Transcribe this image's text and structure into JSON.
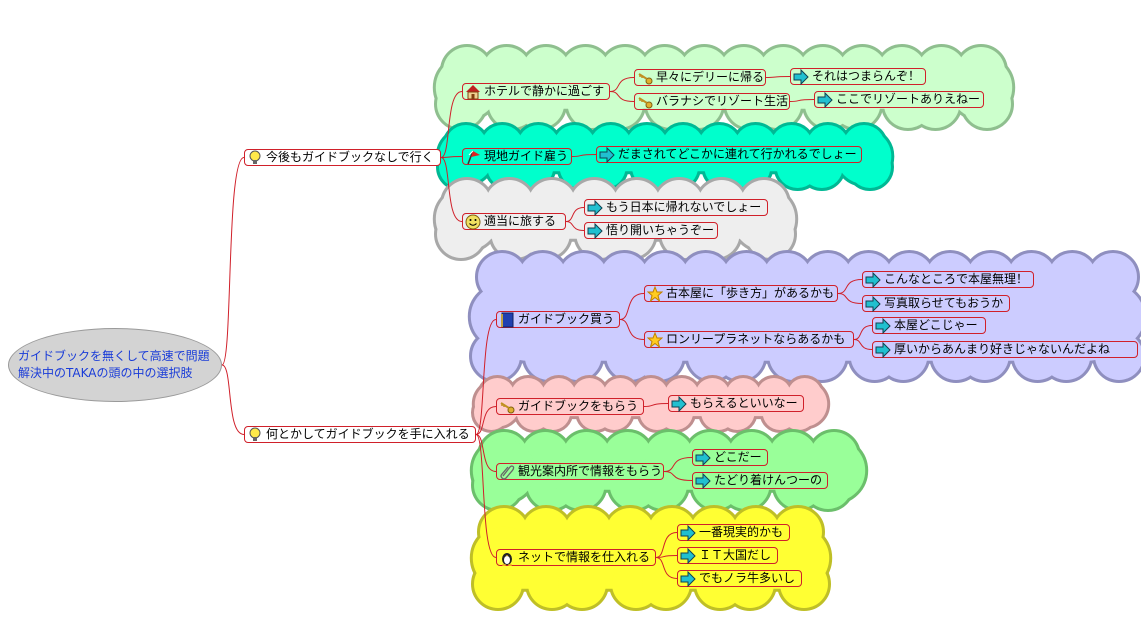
{
  "root": {
    "line1": "ガイドブックを無くして高速で問題",
    "line2": "解決中のTAKAの頭の中の選択肢"
  },
  "colors": {
    "edge": "#d0202a",
    "root_text": "#1a3cd8"
  },
  "clouds": [
    {
      "fill": "#ccffcc",
      "stroke": "#8fbf8f"
    },
    {
      "fill": "#00ffcc",
      "stroke": "#00b894"
    },
    {
      "fill": "#eeeeee",
      "stroke": "#a8a8a8"
    },
    {
      "fill": "#ccccff",
      "stroke": "#8f8fbf"
    },
    {
      "fill": "#ffcccc",
      "stroke": "#bf8f8f"
    },
    {
      "fill": "#99ff99",
      "stroke": "#6bbf6b"
    },
    {
      "fill": "#ffff33",
      "stroke": "#bfbf26"
    }
  ],
  "nodes": {
    "a": {
      "label": "今後もガイドブックなしで行く",
      "icon": "lightbulb"
    },
    "a1": {
      "label": "ホテルで静かに過ごす",
      "icon": "house"
    },
    "a1a": {
      "label": "早々にデリーに帰る",
      "icon": "key"
    },
    "a1a1": {
      "label": "それはつまらんぞ！",
      "icon": "arrow"
    },
    "a1b": {
      "label": "バラナシでリゾート生活",
      "icon": "key"
    },
    "a1b1": {
      "label": "ここでリゾートありえねー",
      "icon": "arrow"
    },
    "a2": {
      "label": "現地ガイド雇う",
      "icon": "flag"
    },
    "a2a": {
      "label": "だまされてどこかに連れて行かれるでしょー",
      "icon": "arrow"
    },
    "a3": {
      "label": "適当に旅する",
      "icon": "smiley"
    },
    "a3a": {
      "label": "もう日本に帰れないでしょー",
      "icon": "arrow"
    },
    "a3b": {
      "label": "悟り開いちゃうぞー",
      "icon": "arrow"
    },
    "b": {
      "label": "何とかしてガイドブックを手に入れる",
      "icon": "lightbulb"
    },
    "b1": {
      "label": "ガイドブック買う",
      "icon": "book"
    },
    "b1a": {
      "label": "古本屋に「歩き方」があるかも",
      "icon": "star"
    },
    "b1a1": {
      "label": "こんなところで本屋無理！",
      "icon": "arrow"
    },
    "b1a2": {
      "label": "写真取らせてもおうか",
      "icon": "arrow"
    },
    "b1b": {
      "label": "ロンリープラネットならあるかも",
      "icon": "star"
    },
    "b1b1": {
      "label": "本屋どこじゃー",
      "icon": "arrow"
    },
    "b1b2": {
      "label": "厚いからあんまり好きじゃないんだよね",
      "icon": "arrow"
    },
    "b2": {
      "label": "ガイドブックをもらう",
      "icon": "key"
    },
    "b2a": {
      "label": "もらえるといいなー",
      "icon": "arrow"
    },
    "b3": {
      "label": "観光案内所で情報をもらう",
      "icon": "paperclip"
    },
    "b3a": {
      "label": "どこだー",
      "icon": "arrow"
    },
    "b3b": {
      "label": "たどり着けんつーの",
      "icon": "arrow"
    },
    "b4": {
      "label": "ネットで情報を仕入れる",
      "icon": "penguin"
    },
    "b4a": {
      "label": "一番現実的かも",
      "icon": "arrow"
    },
    "b4b": {
      "label": "ＩＴ大国だし",
      "icon": "arrow"
    },
    "b4c": {
      "label": "でもノラ牛多いし",
      "icon": "arrow"
    }
  }
}
